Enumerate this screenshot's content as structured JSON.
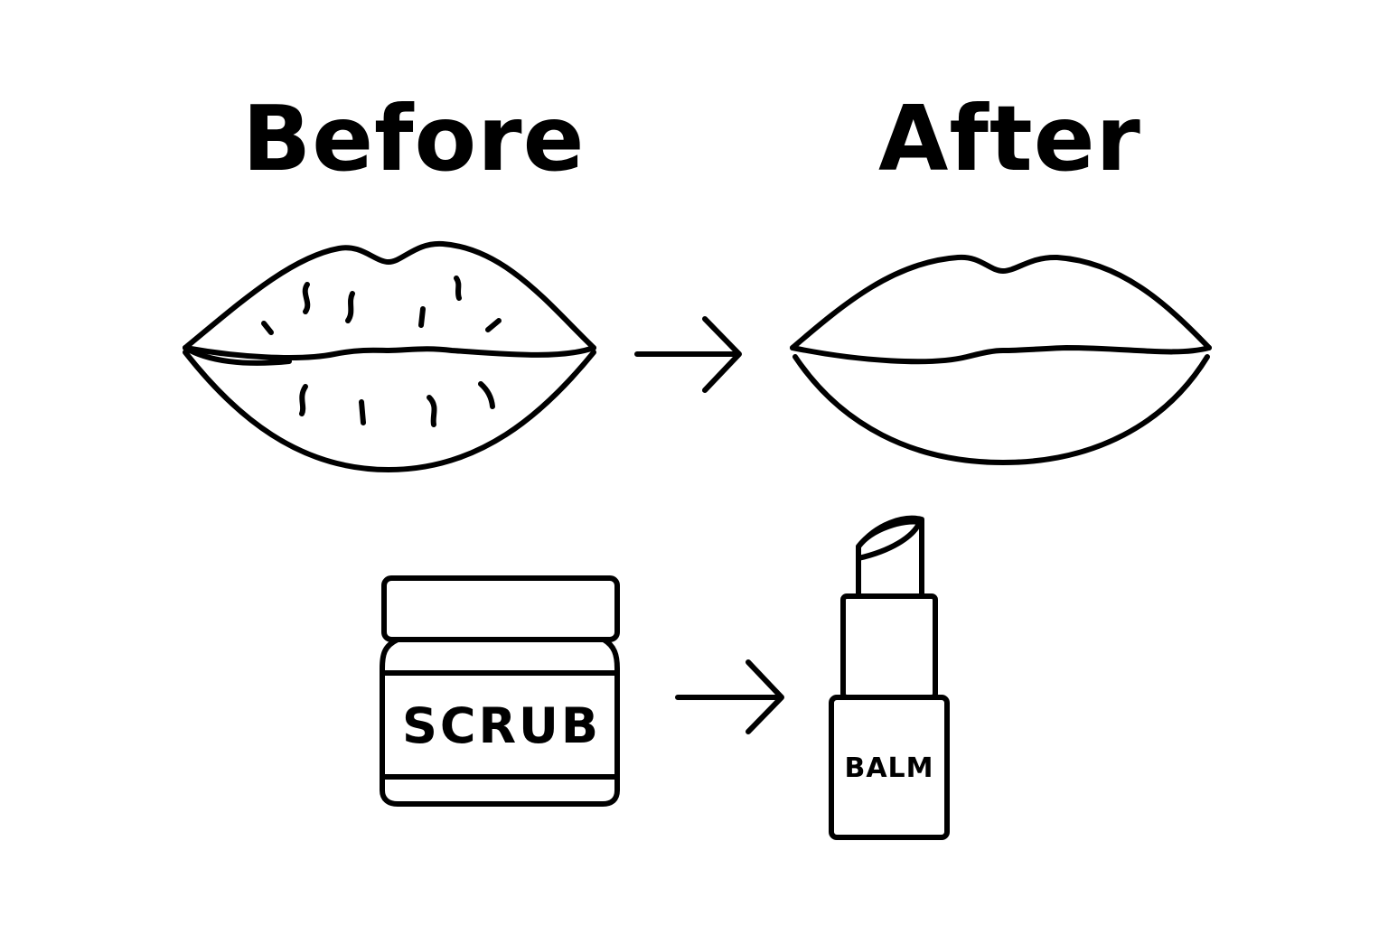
{
  "labels": {
    "before": "Before",
    "after": "After",
    "scrub": "SCRUB",
    "balm": "BALM"
  },
  "colors": {
    "stroke": "#000000",
    "background": "#ffffff"
  }
}
